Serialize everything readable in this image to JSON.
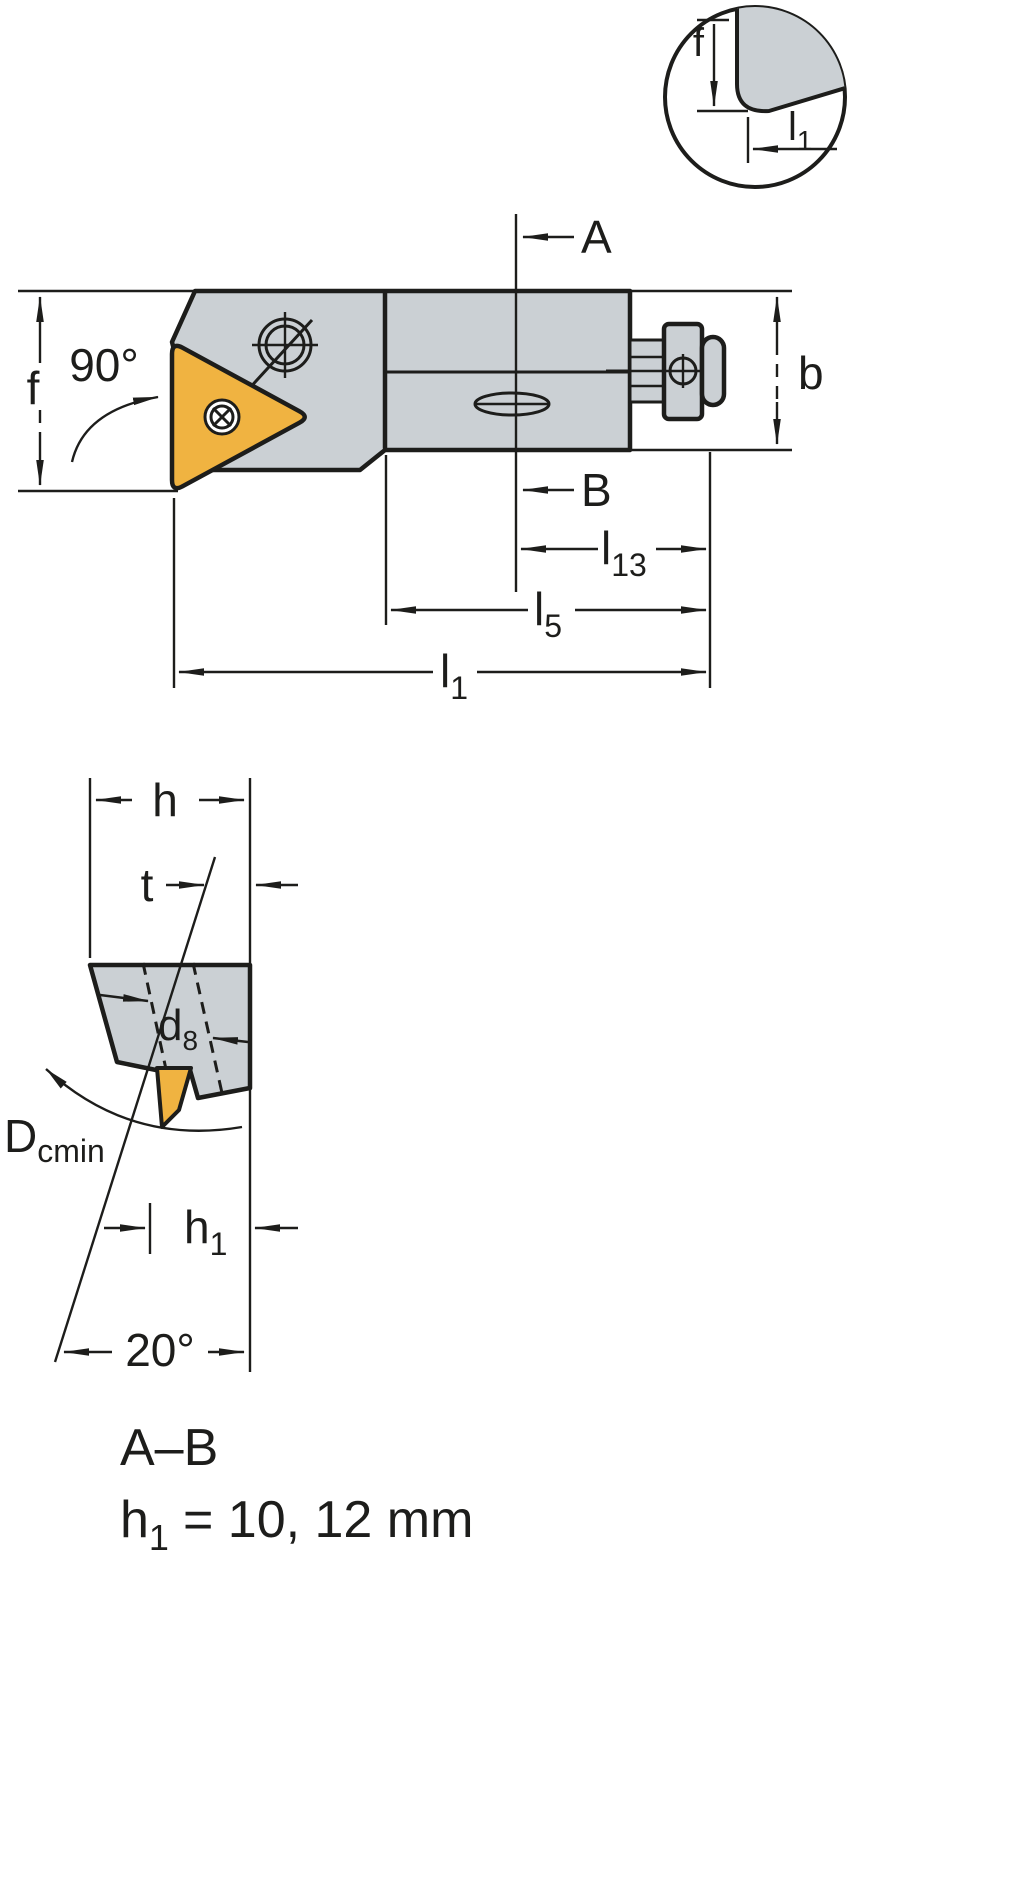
{
  "colors": {
    "line": "#1d1d1b",
    "body_gray": "#cbd0d4",
    "insert_yellow": "#f0b341",
    "background": "#ffffff"
  },
  "detail_view": {
    "dim_f": "f",
    "dim_l1": {
      "base": "l",
      "sub": "1"
    }
  },
  "main_view": {
    "section_label_a": "A",
    "section_label_b": "B",
    "angle_label": "90°",
    "dim_f": "f",
    "dim_b": "b",
    "dim_l13": {
      "base": "l",
      "sub": "13"
    },
    "dim_l5": {
      "base": "l",
      "sub": "5"
    },
    "dim_l1": {
      "base": "l",
      "sub": "1"
    }
  },
  "section_view": {
    "dim_h": "h",
    "dim_t": "t",
    "dim_d8": {
      "base": "d",
      "sub": "8"
    },
    "dim_dcmin": {
      "base": "D",
      "sub": "cmin"
    },
    "dim_h1": {
      "base": "h",
      "sub": "1"
    },
    "angle_label": "20°"
  },
  "caption": {
    "section_title": "A–B",
    "spec": {
      "base": "h",
      "sub": "1",
      "rest": "= 10, 12 mm"
    }
  }
}
